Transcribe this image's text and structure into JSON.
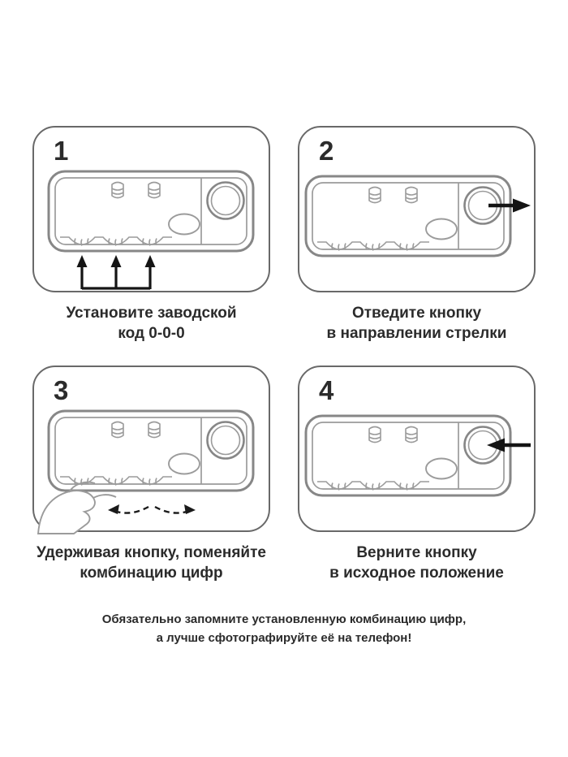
{
  "colors": {
    "panel_border": "#696969",
    "lock_stroke": "#9b9b9b",
    "arrow": "#141414",
    "text": "#2b2b2b",
    "background": "#ffffff"
  },
  "steps": [
    {
      "number": "1",
      "caption": [
        "Установите заводской",
        "код 0-0-0"
      ],
      "illustration": "lock-with-three-up-arrows-at-dials"
    },
    {
      "number": "2",
      "caption": [
        "Отведите кнопку",
        "в направлении стрелки"
      ],
      "illustration": "lock-with-arrow-pointing-right-from-button"
    },
    {
      "number": "3",
      "caption": [
        "Удерживая кнопку, поменяйте",
        "комбинацию цифр"
      ],
      "illustration": "lock-with-hand-rotating-dials-dashed-arrows"
    },
    {
      "number": "4",
      "caption": [
        "Верните кнопку",
        "в исходное положение"
      ],
      "illustration": "lock-with-arrow-pointing-left-into-button"
    }
  ],
  "footer": [
    "Обязательно запомните установленную комбинацию цифр,",
    "а лучше сфотографируйте её на телефон!"
  ]
}
